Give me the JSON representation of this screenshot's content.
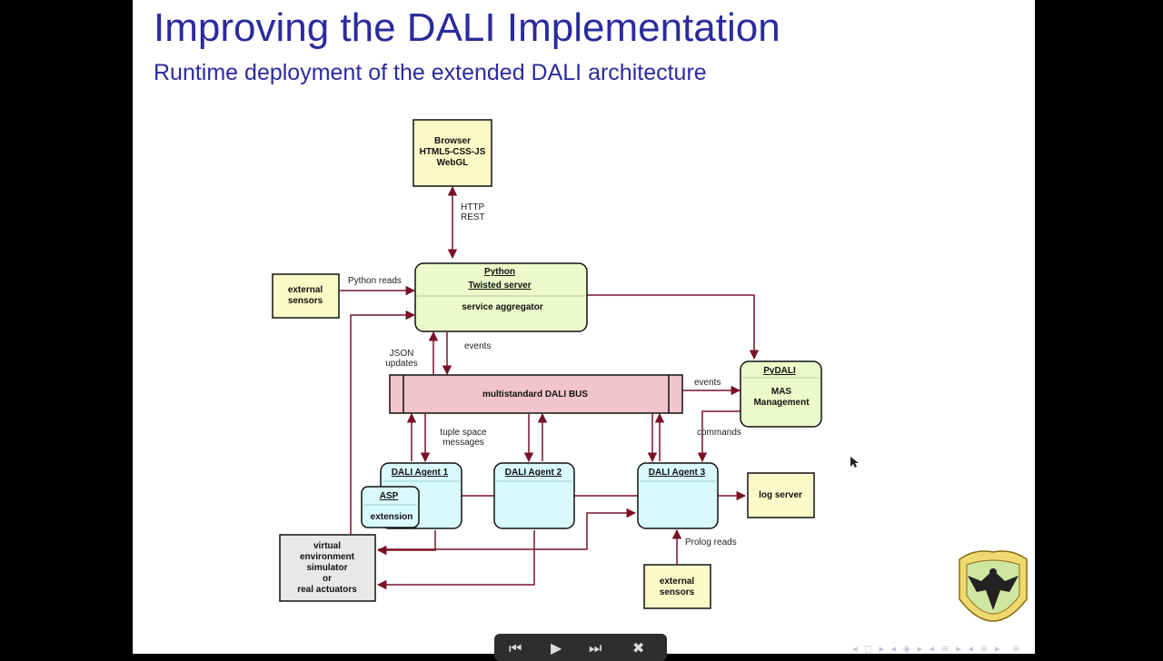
{
  "slide": {
    "title": "Improving the DALI Implementation",
    "subtitle": "Runtime deployment of the extended DALI architecture"
  },
  "diagram": {
    "browser": [
      "Browser",
      "HTML5-CSS-JS",
      "WebGL"
    ],
    "http_rest": [
      "HTTP",
      "REST"
    ],
    "python_server": {
      "title": "Python",
      "subtitle": "Twisted server",
      "body": "service aggregator"
    },
    "external_sensors_top": [
      "external",
      "sensors"
    ],
    "python_reads": "Python reads",
    "json_updates": [
      "JSON",
      "updates"
    ],
    "events_server": "events",
    "bus": "multistandard DALI BUS",
    "events_pydali": "events",
    "pydali": {
      "title": "PyDALI",
      "body": [
        "MAS",
        "Management"
      ]
    },
    "commands": "commands",
    "tuple_space": [
      "tuple space",
      "messages"
    ],
    "agent1": "DALI Agent 1",
    "agent2": "DALI Agent 2",
    "agent3": "DALI Agent 3",
    "asp": {
      "title": "ASP",
      "body": "extension"
    },
    "log_server": "log server",
    "simulator": [
      "virtual",
      "environment",
      "simulator",
      "or",
      "real actuators"
    ],
    "prolog_reads": "Prolog reads",
    "external_sensors_bottom": [
      "external",
      "sensors"
    ]
  },
  "colors": {
    "title": "#2b2b9e",
    "arrow": "#7a1028",
    "yellow_box": "#fafac8",
    "green_box": "#ebfac8",
    "cyan_box": "#d9fafd",
    "bus_pink": "#f2c4ce",
    "gray_box": "#e8e8e8"
  },
  "controls": {
    "icons": [
      "skip-back-icon",
      "play-icon",
      "skip-forward-icon",
      "close-icon"
    ]
  },
  "nav_icons": [
    "first-frame-icon",
    "prev-frame-icon",
    "prev-section-icon",
    "next-section-icon",
    "zoom-icon"
  ]
}
